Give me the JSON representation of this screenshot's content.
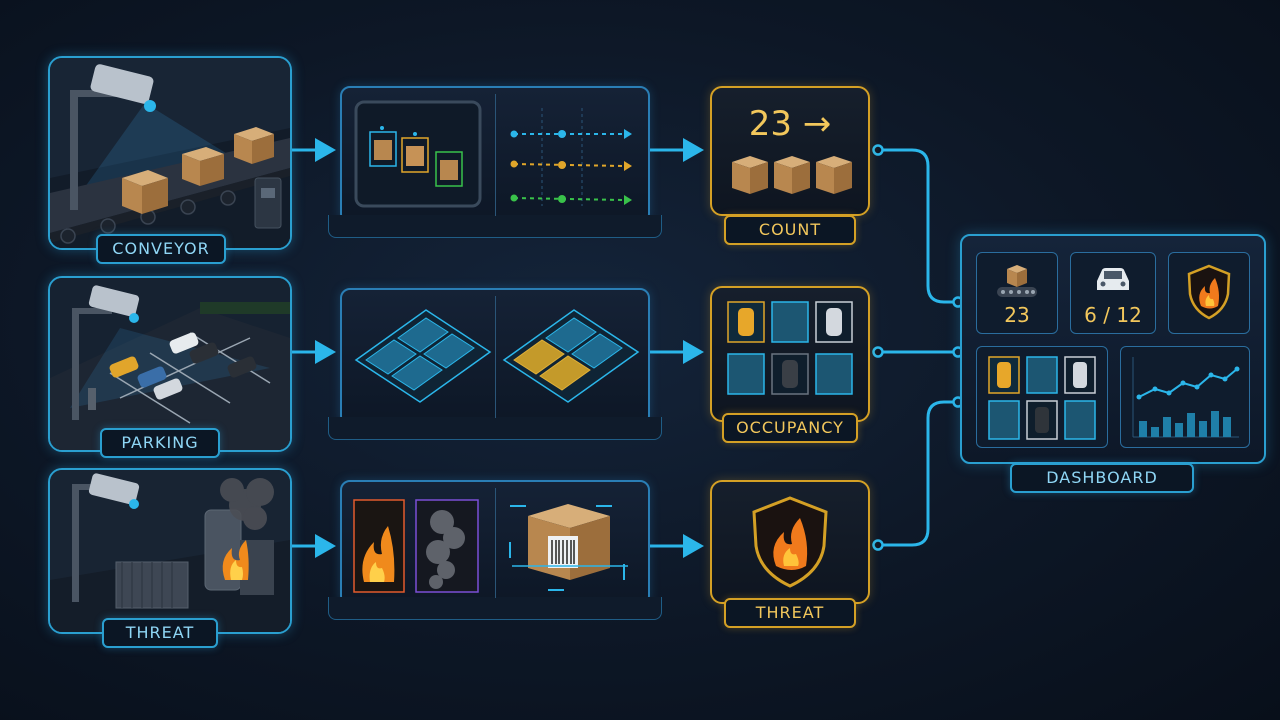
{
  "sources": [
    {
      "label": "CONVEYOR"
    },
    {
      "label": "PARKING"
    },
    {
      "label": "THREAT"
    }
  ],
  "results": [
    {
      "label": "COUNT",
      "count_text": "23 →"
    },
    {
      "label": "OCCUPANCY"
    },
    {
      "label": "THREAT"
    }
  ],
  "dashboard": {
    "label": "DASHBOARD",
    "count_value": "23",
    "parking_value": "6 / 12"
  },
  "colors": {
    "cyan": "#2a9fd0",
    "gold": "#d4a025",
    "green": "#39c24a",
    "orange": "#f08a1c"
  }
}
